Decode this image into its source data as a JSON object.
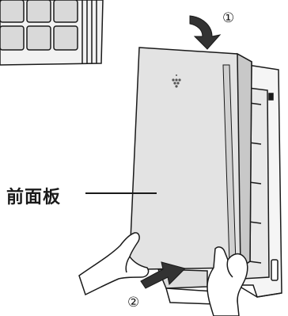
{
  "callout": {
    "label": "前面板"
  },
  "steps": {
    "step1": "①",
    "step2": "②"
  },
  "colors": {
    "line": "#1a1a1a",
    "panel_fill": "#e3e3e3",
    "panel_shadow": "#c8c8c8",
    "filter_fill": "#f2f2f2",
    "arrow_dark": "#333333",
    "arrow_mid": "#555555",
    "skin": "#ffffff"
  },
  "icons": {
    "brand_logo": "grape-cluster-logo",
    "arrow1": "curved-down-arrow",
    "arrow2": "push-right-arrow"
  }
}
